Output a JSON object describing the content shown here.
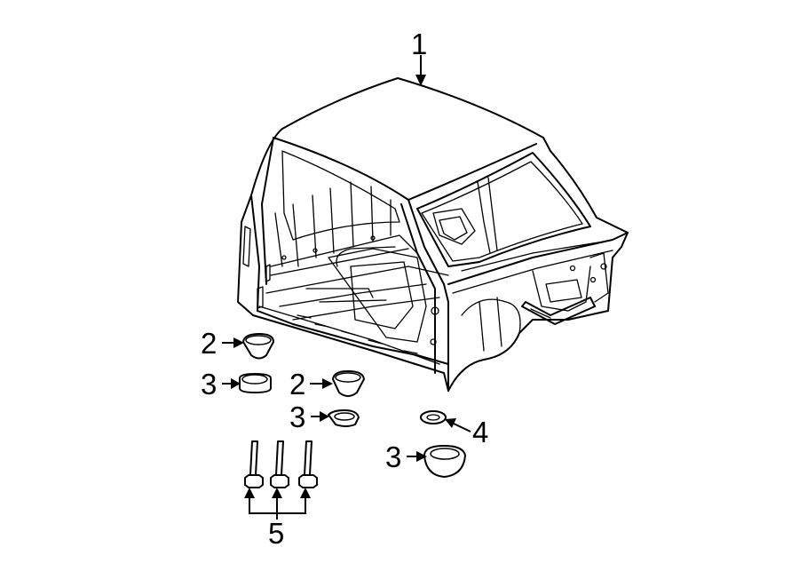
{
  "callouts": {
    "c1": "1",
    "c2a": "2",
    "c3a": "3",
    "c2b": "2",
    "c3b": "3",
    "c4": "4",
    "c3c": "3",
    "c5": "5"
  },
  "parts": [
    {
      "number": "1",
      "name": "cab-assembly"
    },
    {
      "number": "2",
      "name": "body-mount-cushion-upper"
    },
    {
      "number": "3",
      "name": "body-mount-cushion-lower"
    },
    {
      "number": "4",
      "name": "body-mount-spacer"
    },
    {
      "number": "5",
      "name": "body-mount-bolt"
    }
  ]
}
